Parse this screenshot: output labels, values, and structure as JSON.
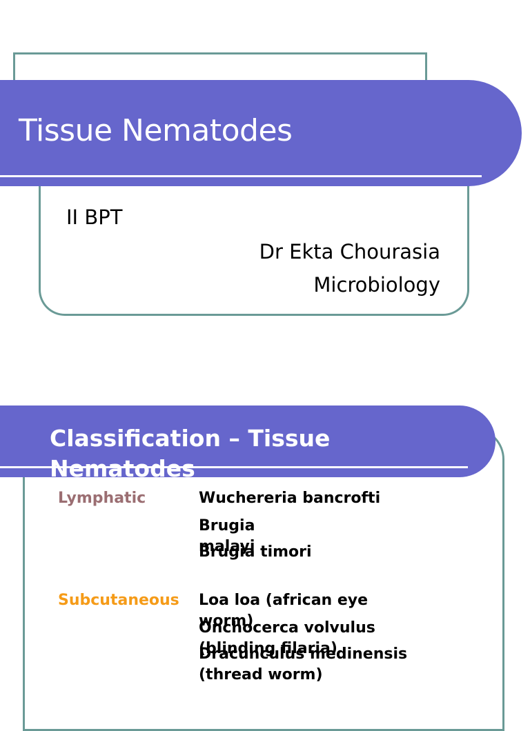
{
  "slide1": {
    "title": "Tissue Nematodes",
    "subtitle_left": "II BPT",
    "author": "Dr Ekta Chourasia",
    "department": "Microbiology"
  },
  "slide2": {
    "title": "Classification – Tissue Nematodes",
    "categories": [
      {
        "label": "Lymphatic",
        "color": "#9b6e72",
        "items": [
          "Wuchereria bancrofti",
          "Brugia malayi",
          "Brugia timori"
        ]
      },
      {
        "label": "Subcutaneous",
        "color": "#f59b18",
        "items": [
          "Loa loa (african eye worm)",
          "Onchocerca volvulus (blinding filaria)",
          "Dracunculus medinensis (thread worm)"
        ]
      }
    ]
  },
  "colors": {
    "title_bar": "#6666cc",
    "border": "#6a9a96"
  }
}
